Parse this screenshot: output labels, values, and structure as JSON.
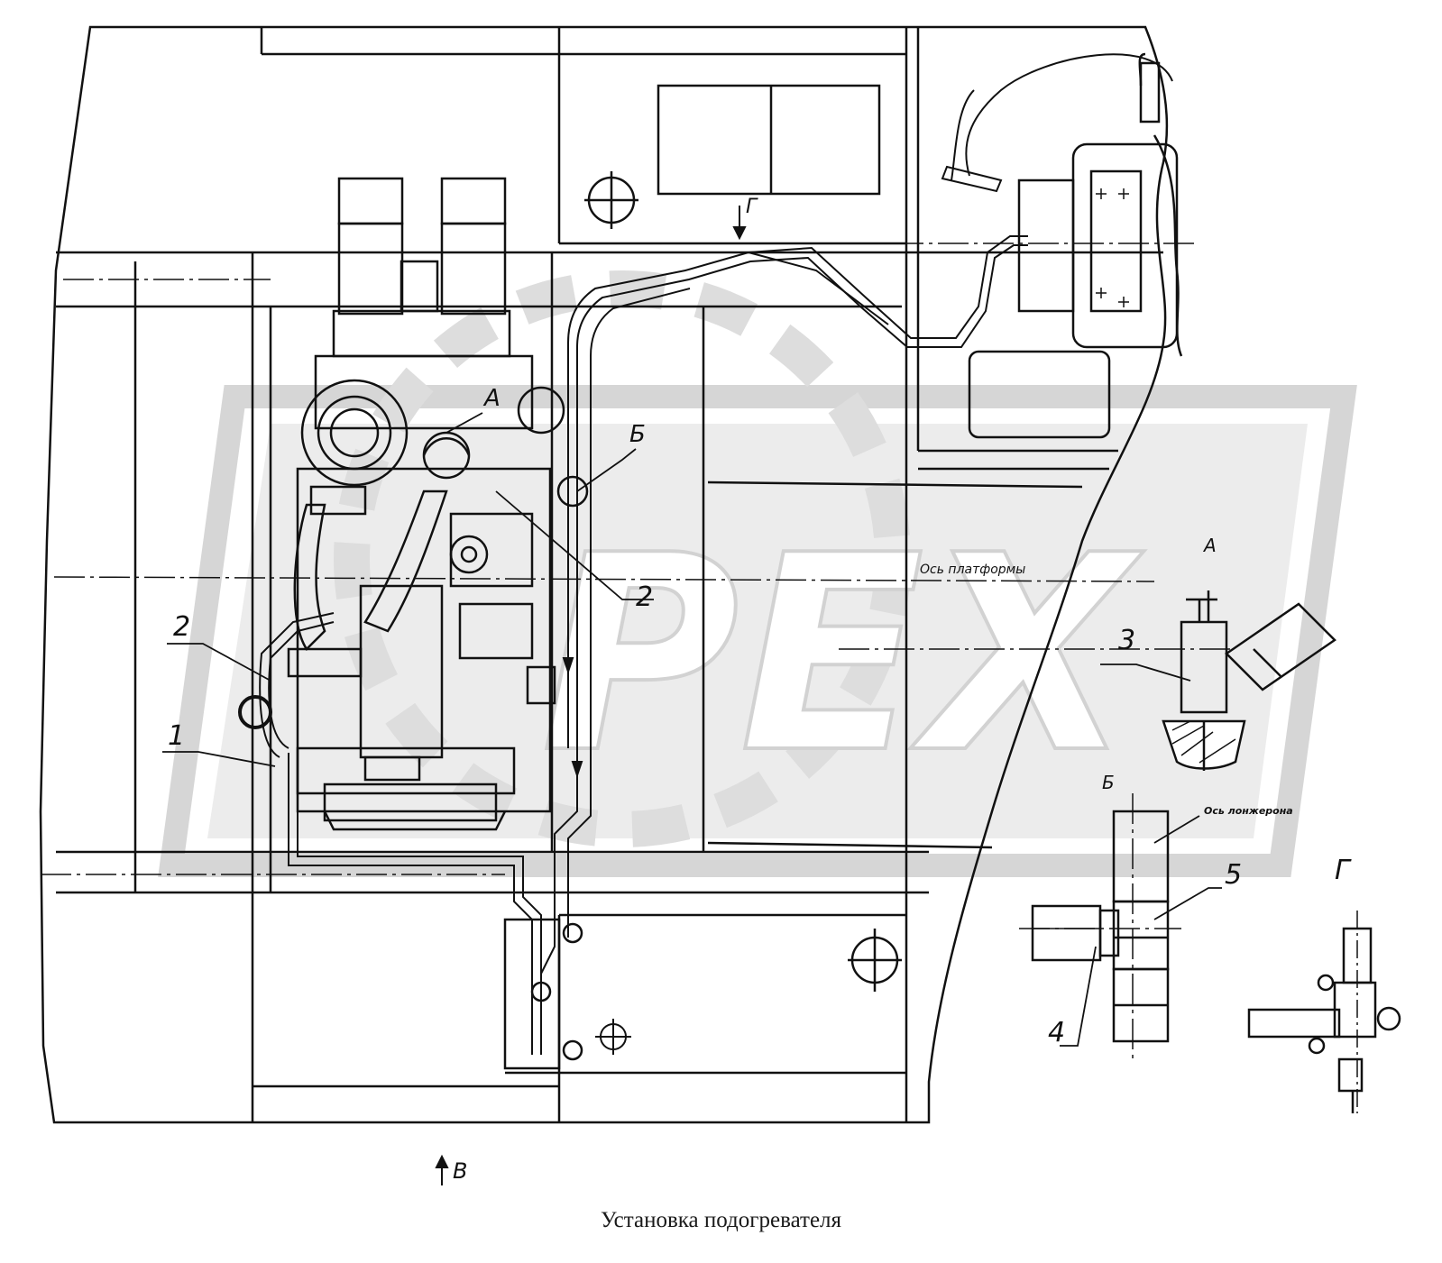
{
  "caption": "Установка подогревателя",
  "watermark": {
    "text": "РЕХ",
    "color": "#d2d2d2"
  },
  "callouts": {
    "part_1": "1",
    "part_2_left": "2",
    "part_2_center": "2",
    "part_3": "3",
    "part_4": "4",
    "part_5": "5"
  },
  "views": {
    "A_on_plan": "А",
    "B_on_plan": "Б",
    "G_arrow": "Г",
    "V_arrow": "В",
    "A_detail_title": "А",
    "B_detail_title": "Б",
    "G_detail_title": "Г"
  },
  "annotations": {
    "platform_axis": "Ось платформы",
    "side_member_axis": "Ось лонжерона"
  },
  "colors": {
    "ink": "#111111",
    "background": "#ffffff"
  }
}
